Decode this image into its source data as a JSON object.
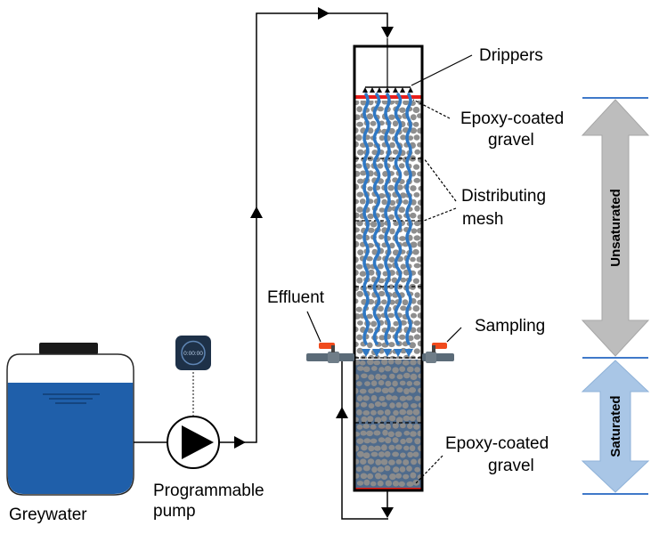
{
  "labels": {
    "greywater": "Greywater",
    "pump_line1": "Programmable",
    "pump_line2": "pump",
    "effluent": "Effluent",
    "drippers": "Drippers",
    "top_gravel_line1": "Epoxy-coated",
    "top_gravel_line2": "gravel",
    "mesh_line1": "Distributing",
    "mesh_line2": "mesh",
    "sampling": "Sampling",
    "bottom_gravel_line1": "Epoxy-coated",
    "bottom_gravel_line2": "gravel",
    "unsaturated": "Unsaturated",
    "saturated": "Saturated",
    "timer_display": "0:00:00"
  },
  "colors": {
    "water": "#1f5faa",
    "flow_arrow": "#2f78c4",
    "unsaturated_arrow": "#bdbdbd",
    "saturated_arrow": "#a9c6e6",
    "red_layer": "#e8201c",
    "valve": "#f04a1c",
    "zone_line": "#3f79c9"
  }
}
